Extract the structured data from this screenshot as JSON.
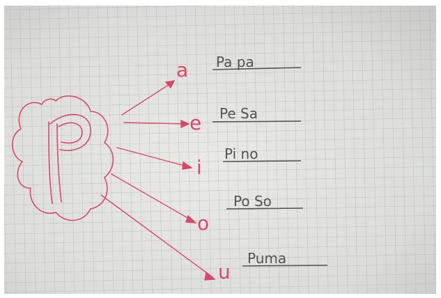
{
  "photo": {
    "subject": "handwritten syllable exercise on graph paper",
    "ink_color": "#d8486a",
    "line_color": "#55524f",
    "paper_color": "#e2e3e1",
    "big_letter": "p",
    "vowels": [
      "a",
      "e",
      "i",
      "o",
      "u"
    ],
    "words": [
      "Pa pa",
      "Pe Sa",
      "Pi no",
      "Po So",
      "Puma"
    ]
  }
}
